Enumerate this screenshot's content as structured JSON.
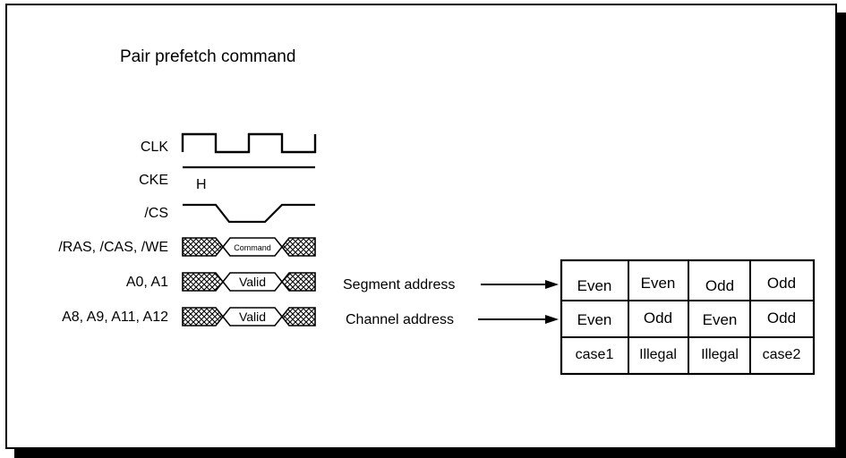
{
  "title": "Pair prefetch command",
  "signals": {
    "clk": "CLK",
    "cke": "CKE",
    "cke_level": "H",
    "cs": "/CS",
    "ctrl": "/RAS, /CAS, /WE",
    "a0a1": "A0, A1",
    "a8": "A8, A9, A11, A12"
  },
  "bus_labels": {
    "command": "Command",
    "valid1": "Valid",
    "valid2": "Valid"
  },
  "arrows": {
    "segment": "Segment address",
    "channel": "Channel address"
  },
  "table": {
    "rows": [
      [
        "Even",
        "Even",
        "Odd",
        "Odd"
      ],
      [
        "Even",
        "Odd",
        "Even",
        "Odd"
      ],
      [
        "case1",
        "Illegal",
        "Illegal",
        "case2"
      ]
    ]
  }
}
